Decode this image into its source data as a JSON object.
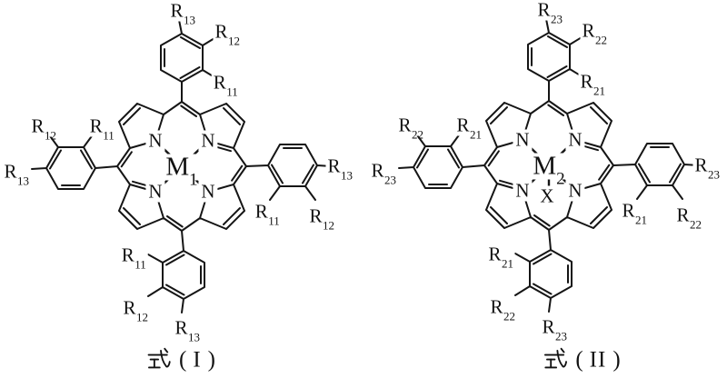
{
  "figure": {
    "type": "chemical structure diagram",
    "background_color": "#ffffff",
    "ink_color": "#111111",
    "structures": {
      "left": {
        "caption": "式（Ⅰ）",
        "metal": {
          "symbol": "M",
          "subscript": "1"
        },
        "nitrogen": "N",
        "substituents": {
          "symbol": "R",
          "ortho": "11",
          "meta": "12",
          "para": "13"
        }
      },
      "right": {
        "caption": "式（Ⅱ）",
        "metal": {
          "symbol": "M",
          "subscript": "2"
        },
        "axial_ligand": "X",
        "nitrogen": "N",
        "substituents": {
          "symbol": "R",
          "ortho": "21",
          "meta": "22",
          "para": "23"
        }
      }
    },
    "captions": {
      "formula_char": "式",
      "paren_open": "(",
      "paren_close": ")",
      "left_numeral": "I",
      "right_numeral": "II"
    }
  }
}
